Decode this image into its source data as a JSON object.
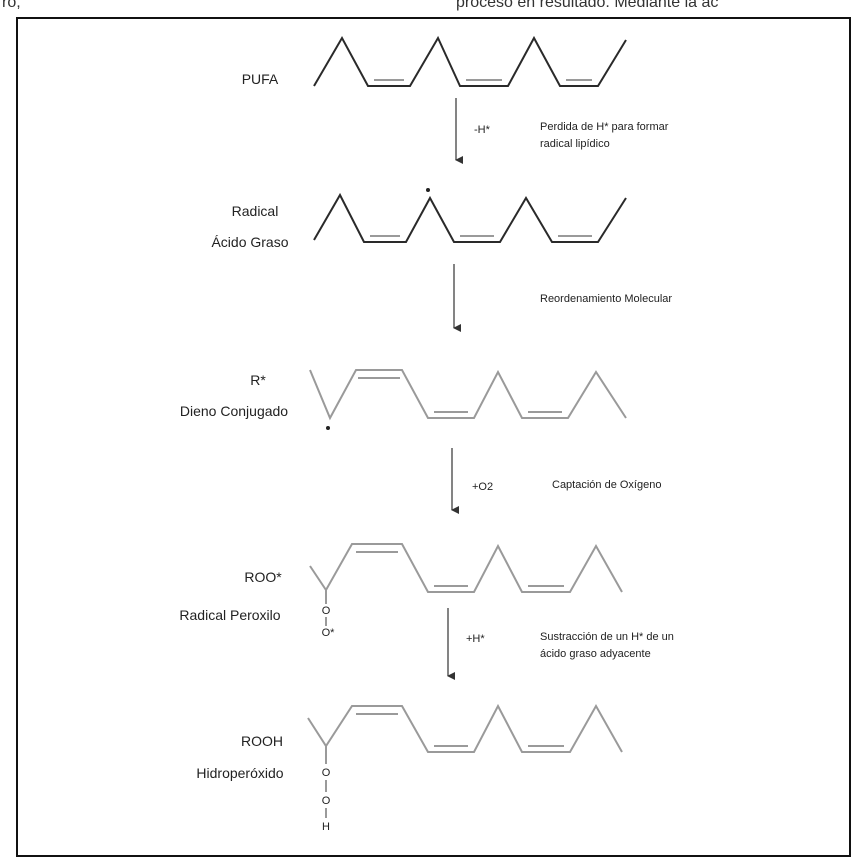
{
  "header": {
    "left_fragment": "ro,",
    "right_fragment": "proceso en resultado. Mediante la ac"
  },
  "steps": [
    {
      "name": "PUFA",
      "subname": ""
    },
    {
      "name": "Radical",
      "subname": "Ácido Graso"
    },
    {
      "name": "R*",
      "subname": "Dieno Conjugado"
    },
    {
      "name": "ROO*",
      "subname": "Radical Peroxilo"
    },
    {
      "name": "ROOH",
      "subname": "Hidroperóxido"
    }
  ],
  "transitions": [
    {
      "reagent": "-H*",
      "description": [
        "Perdida de H* para formar",
        "radical lipídico"
      ]
    },
    {
      "reagent": "",
      "description": [
        "Reordenamiento Molecular"
      ]
    },
    {
      "reagent": "+O2",
      "description": [
        "Captación de Oxígeno"
      ]
    },
    {
      "reagent": "+H*",
      "description": [
        "Sustracción de un H* de un",
        "ácido graso adyacente"
      ]
    }
  ],
  "atoms": {
    "peroxyl_o1": "O",
    "peroxyl_o2": "O*",
    "hydro_o1": "O",
    "hydro_o2": "O",
    "hydro_h": "H"
  },
  "colors": {
    "dark_bond": "#2a2a2a",
    "light_bond": "#9a9a9a"
  }
}
